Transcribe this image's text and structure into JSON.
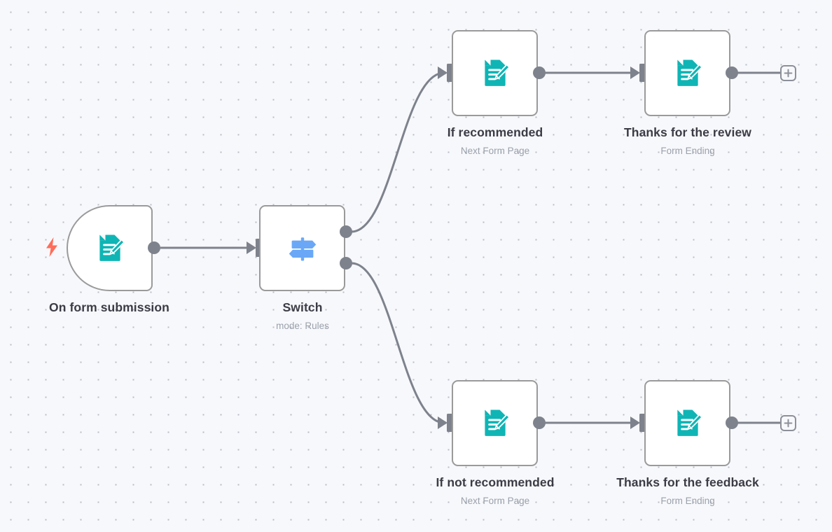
{
  "canvas": {
    "background_color": "#f7f8fb",
    "grid_dot_color": "#b9bcc7",
    "edge_color": "#7d828c",
    "node_border_color": "#9a9a9a",
    "node_fill_color": "#ffffff",
    "label_color": "#3c3c46",
    "sublabel_color": "#9aa0ab",
    "form_icon_color": "#0fb5b5",
    "switch_icon_color": "#6aa8f7",
    "trigger_bolt_color": "#ff6d5a"
  },
  "nodes": [
    {
      "id": "on-form-submission",
      "label": "On form submission",
      "sublabel": "",
      "icon": "form-document-pencil-icon",
      "kind": "trigger"
    },
    {
      "id": "switch",
      "label": "Switch",
      "sublabel": "mode: Rules",
      "icon": "signpost-icon",
      "kind": "switch"
    },
    {
      "id": "if-recommended",
      "label": "If recommended",
      "sublabel": "Next Form Page",
      "icon": "form-document-pencil-icon",
      "kind": "action"
    },
    {
      "id": "thanks-for-the-review",
      "label": "Thanks for the review",
      "sublabel": "Form Ending",
      "icon": "form-document-pencil-icon",
      "kind": "action"
    },
    {
      "id": "if-not-recommended",
      "label": "If not recommended",
      "sublabel": "Next Form Page",
      "icon": "form-document-pencil-icon",
      "kind": "action"
    },
    {
      "id": "thanks-for-the-feedback",
      "label": "Thanks for the feedback",
      "sublabel": "Form Ending",
      "icon": "form-document-pencil-icon",
      "kind": "action"
    }
  ],
  "add_buttons": [
    {
      "id": "add-node-top",
      "label": "+"
    },
    {
      "id": "add-node-bottom",
      "label": "+"
    }
  ]
}
